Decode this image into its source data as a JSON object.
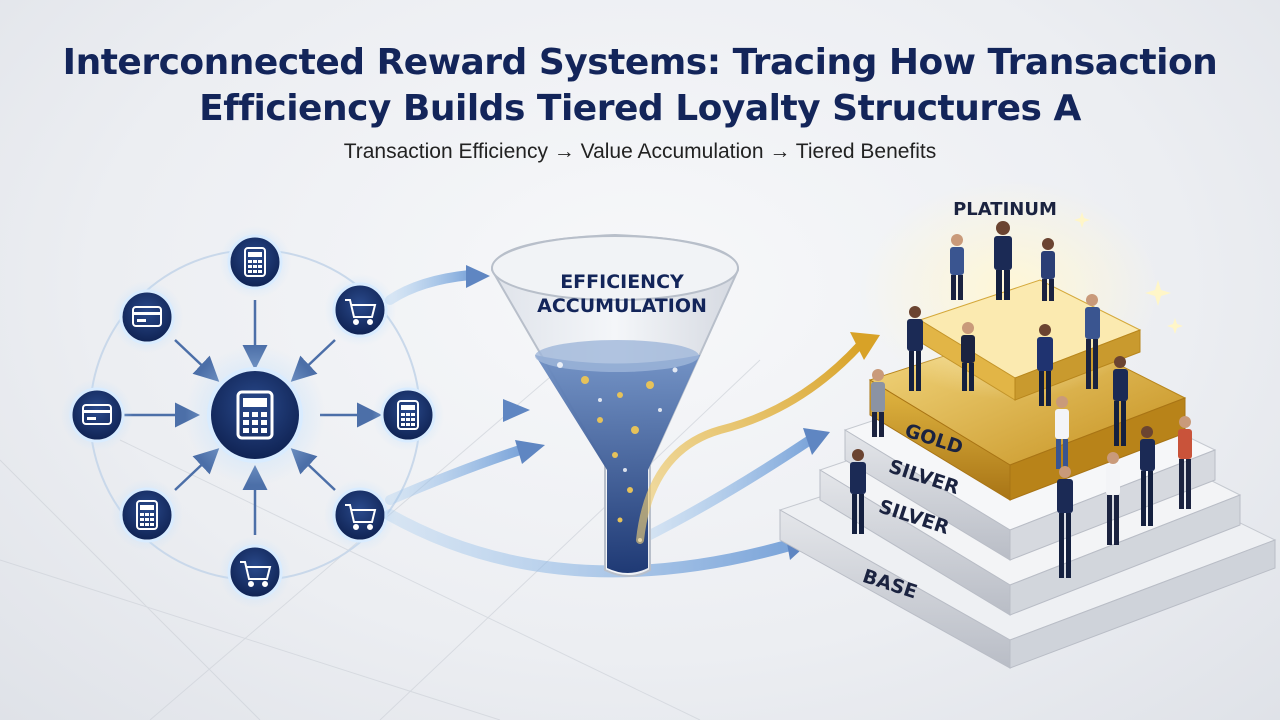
{
  "title": {
    "line1": "Interconnected Reward Systems: Tracing How Transaction",
    "line2": "Efficiency Builds Tiered Loyalty Structures A"
  },
  "subtitle": "Transaction Efficiency → Value Accumulation → Tiered Benefits",
  "funnel": {
    "label_line1": "EFFICIENCY",
    "label_line2": "ACCUMULATION"
  },
  "tiers": {
    "platinum": "PLATINUM",
    "gold": "GOLD",
    "silver_upper": "SILVER",
    "silver_lower": "SILVER",
    "base": "BASE"
  },
  "nodes": {
    "hub": "terminal-icon",
    "outer": [
      "calculator-icon",
      "credit-card-icon",
      "shopping-cart-icon",
      "credit-card-icon",
      "terminal-icon",
      "calculator-icon",
      "shopping-cart-icon",
      "shopping-cart-icon"
    ]
  },
  "colors": {
    "navy": "#13255a",
    "gold": "#d9a928",
    "silver": "#c9ccd3",
    "glow": "#8fc3f0"
  }
}
